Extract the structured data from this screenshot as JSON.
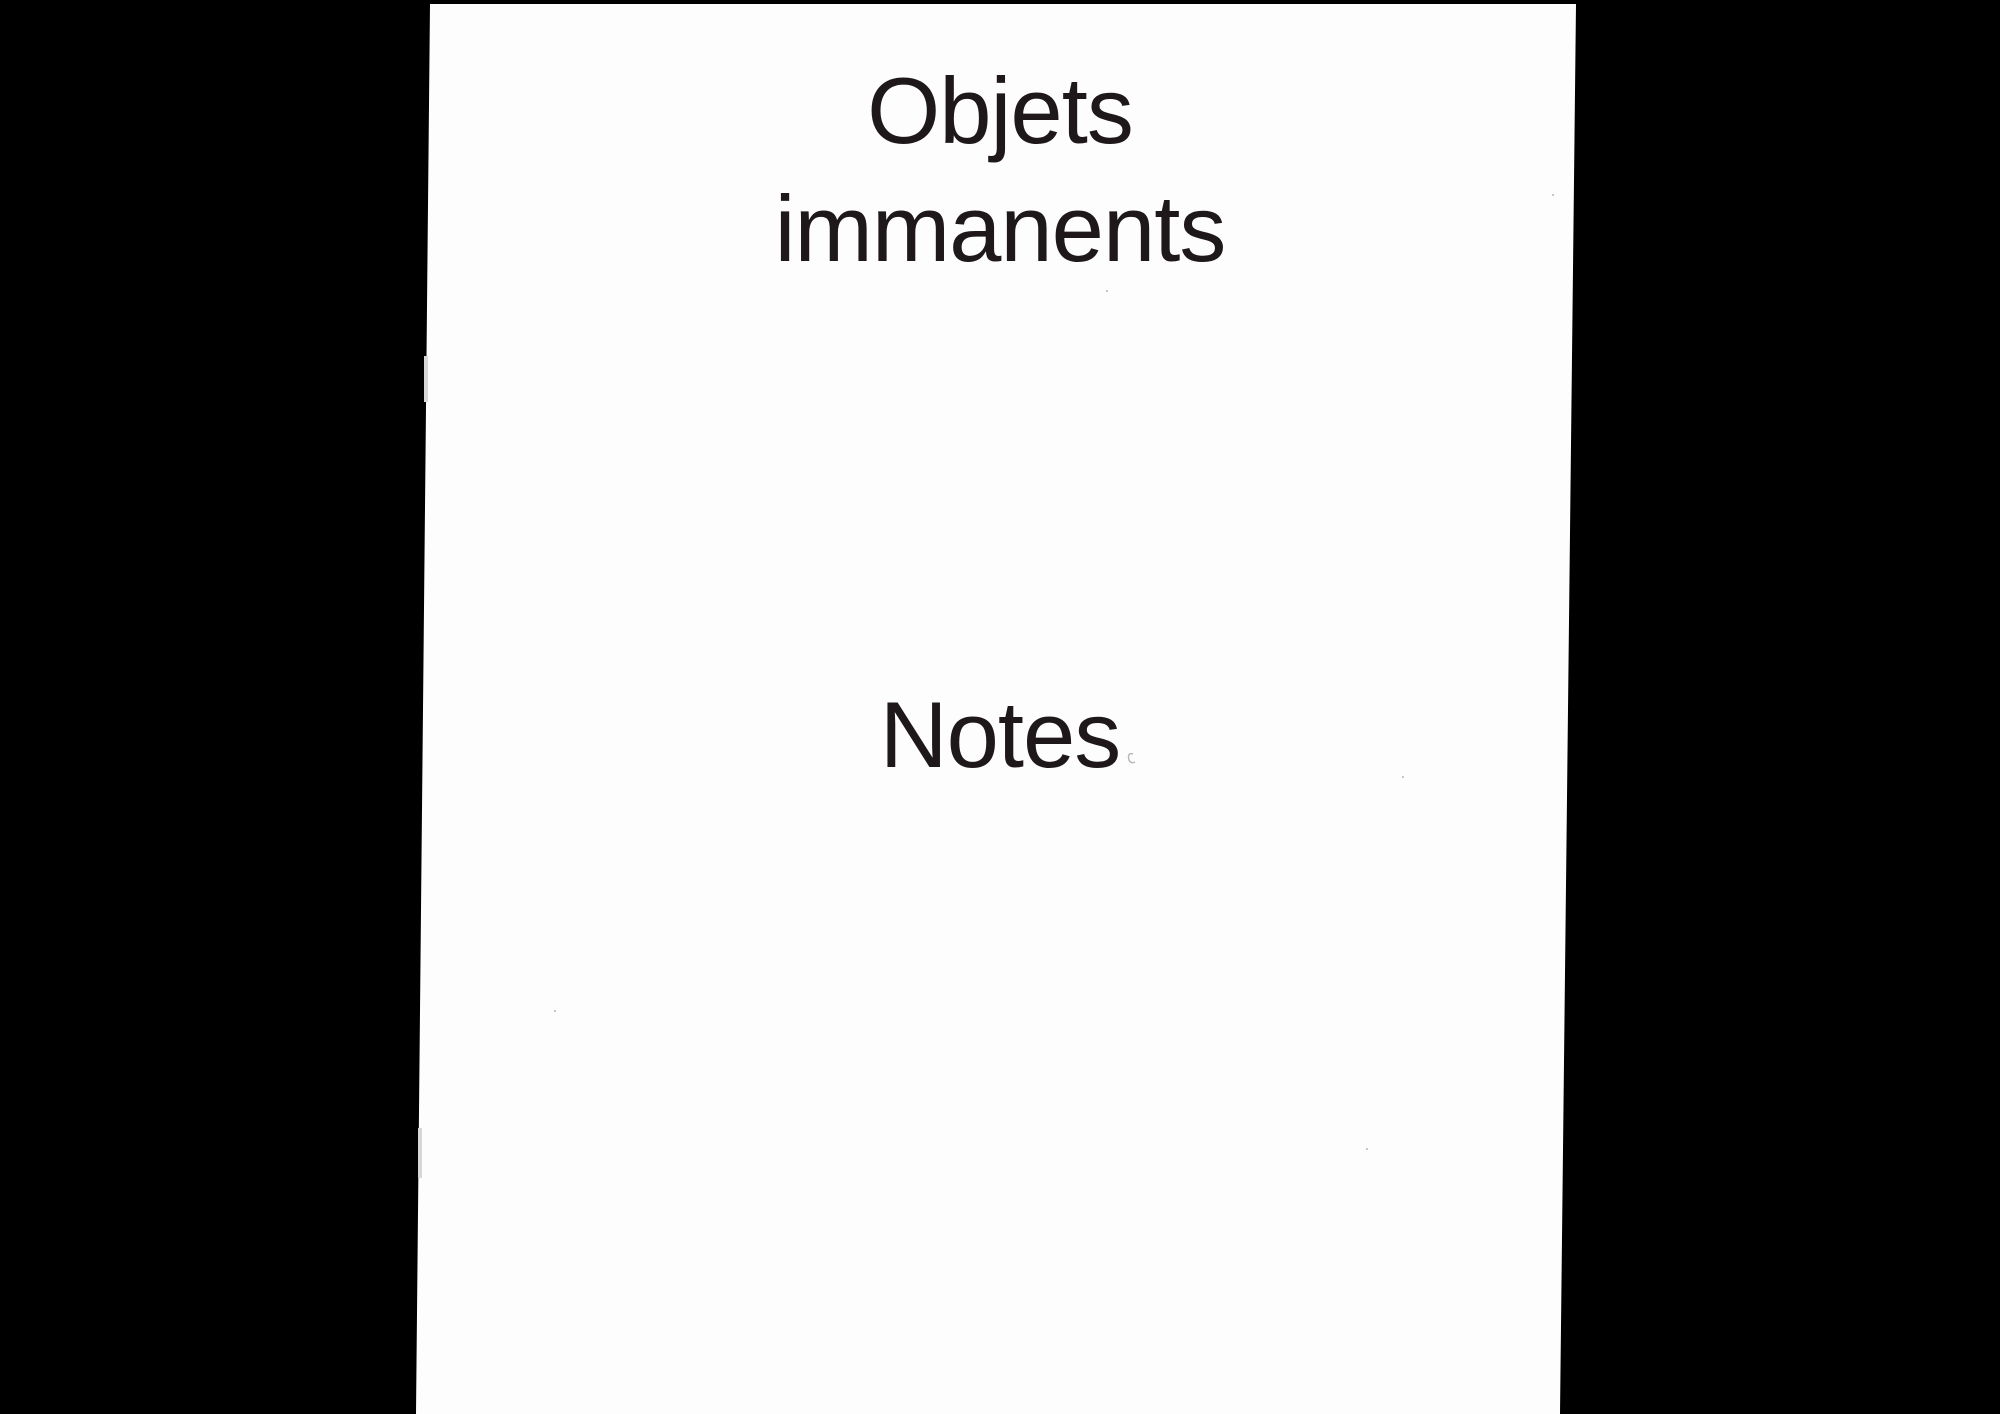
{
  "document": {
    "title_lines": [
      "Objets",
      "immanents"
    ],
    "section_label": "Notes"
  },
  "colors": {
    "background": "#000000",
    "paper": "#fdfdfd",
    "ink": "#1f181b"
  }
}
